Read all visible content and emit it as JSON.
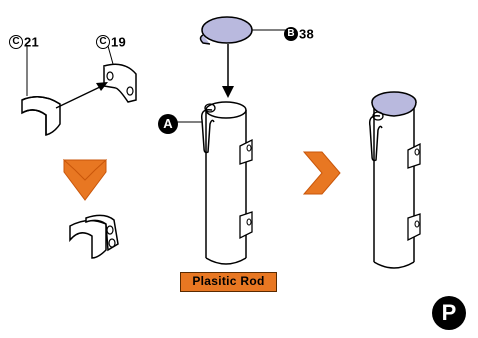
{
  "labels": {
    "c21": {
      "glyph": "C",
      "num": "21"
    },
    "c19": {
      "glyph": "C",
      "num": "19"
    },
    "b38": {
      "glyph": "B",
      "num": "38"
    },
    "a": {
      "glyph": "A"
    }
  },
  "rod_label": "Plasitic Rod",
  "page_letter": "P",
  "colors": {
    "accent_orange": "#e87722",
    "cap_fill": "#b9b9de",
    "line": "#000000"
  },
  "icons": {
    "step_arrow_down": "orange-chevron-down-icon",
    "step_arrow_right": "orange-chevron-right-icon"
  }
}
